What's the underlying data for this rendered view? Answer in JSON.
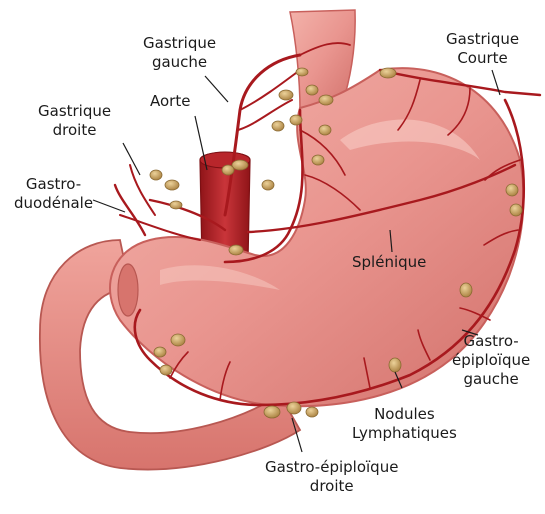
{
  "labels": {
    "gastrique_gauche": [
      "Gastrique",
      "gauche"
    ],
    "aorte": "Aorte",
    "gastrique_droite": [
      "Gastrique",
      "droite"
    ],
    "gastro_duodenale": [
      "Gastro-",
      "duodénale"
    ],
    "gastrique_courte": [
      "Gastrique",
      "Courte"
    ],
    "splenique": "Splénique",
    "gastro_epiploique_gauche": [
      "Gastro-",
      "épiploïque",
      "gauche"
    ],
    "nodules_lymphatiques": [
      "Nodules",
      "Lymphatiques"
    ],
    "gastro_epiploique_droite": [
      "Gastro-épiploïque",
      "droite"
    ]
  },
  "colors": {
    "stomach": "#e9958f",
    "stomach_shadow": "#c8605c",
    "artery": "#a8191e",
    "aorta": "#b8262b",
    "node": "#c9a25e",
    "node_edge": "#8a6a33"
  }
}
